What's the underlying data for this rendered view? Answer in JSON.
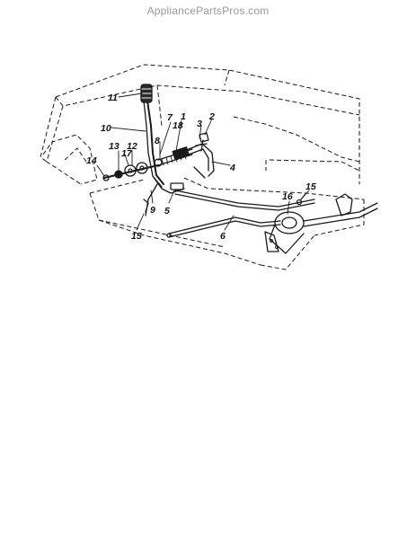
{
  "watermark": "AppliancePartsPros.com",
  "callouts": {
    "c1": "1",
    "c2": "2",
    "c3": "3",
    "c4": "4",
    "c5": "5",
    "c6": "6",
    "c7": "7",
    "c8": "8",
    "c9": "9",
    "c10": "10",
    "c11": "11",
    "c12": "12",
    "c13": "13",
    "c14": "14",
    "c15a": "15",
    "c15b": "15",
    "c16": "16",
    "c17": "17",
    "c18": "18"
  }
}
